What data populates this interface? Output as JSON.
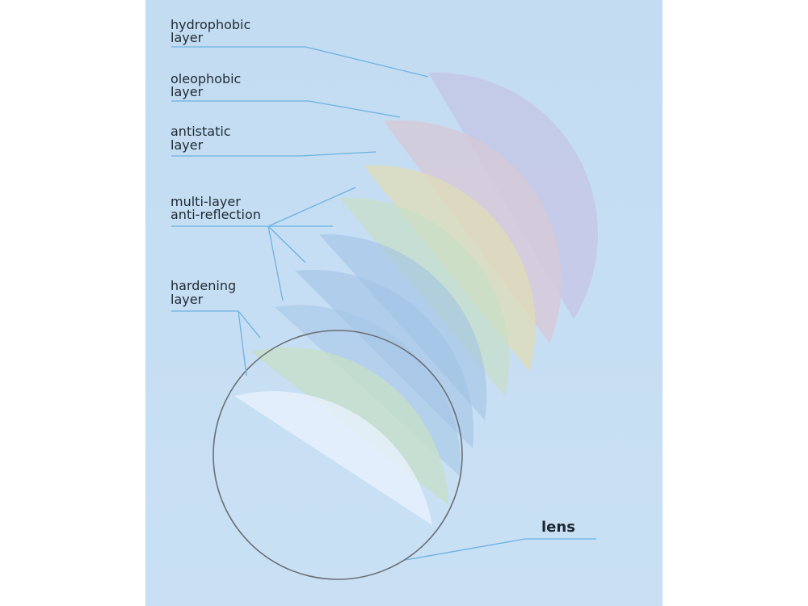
{
  "labels": {
    "hydrophobic": [
      "hydrophobic",
      "layer"
    ],
    "oleophobic": [
      "oleophobic",
      "layer"
    ],
    "antistatic": [
      "antistatic",
      "layer"
    ],
    "antireflection": [
      "multi-layer",
      "anti-reflection"
    ],
    "hardening": [
      "hardening",
      "layer"
    ],
    "lens": "lens"
  },
  "colors": {
    "background": "#c5def2",
    "hydrophobic": "#c4c8e6",
    "oleophobic": "#d6c8d6",
    "antistatic": "#e0ddb8",
    "antireflection_last": "#c9e0c6",
    "antireflection": "#9cc0e4",
    "hardening": "#e4f0fb",
    "leader": "#6cb2e2"
  }
}
